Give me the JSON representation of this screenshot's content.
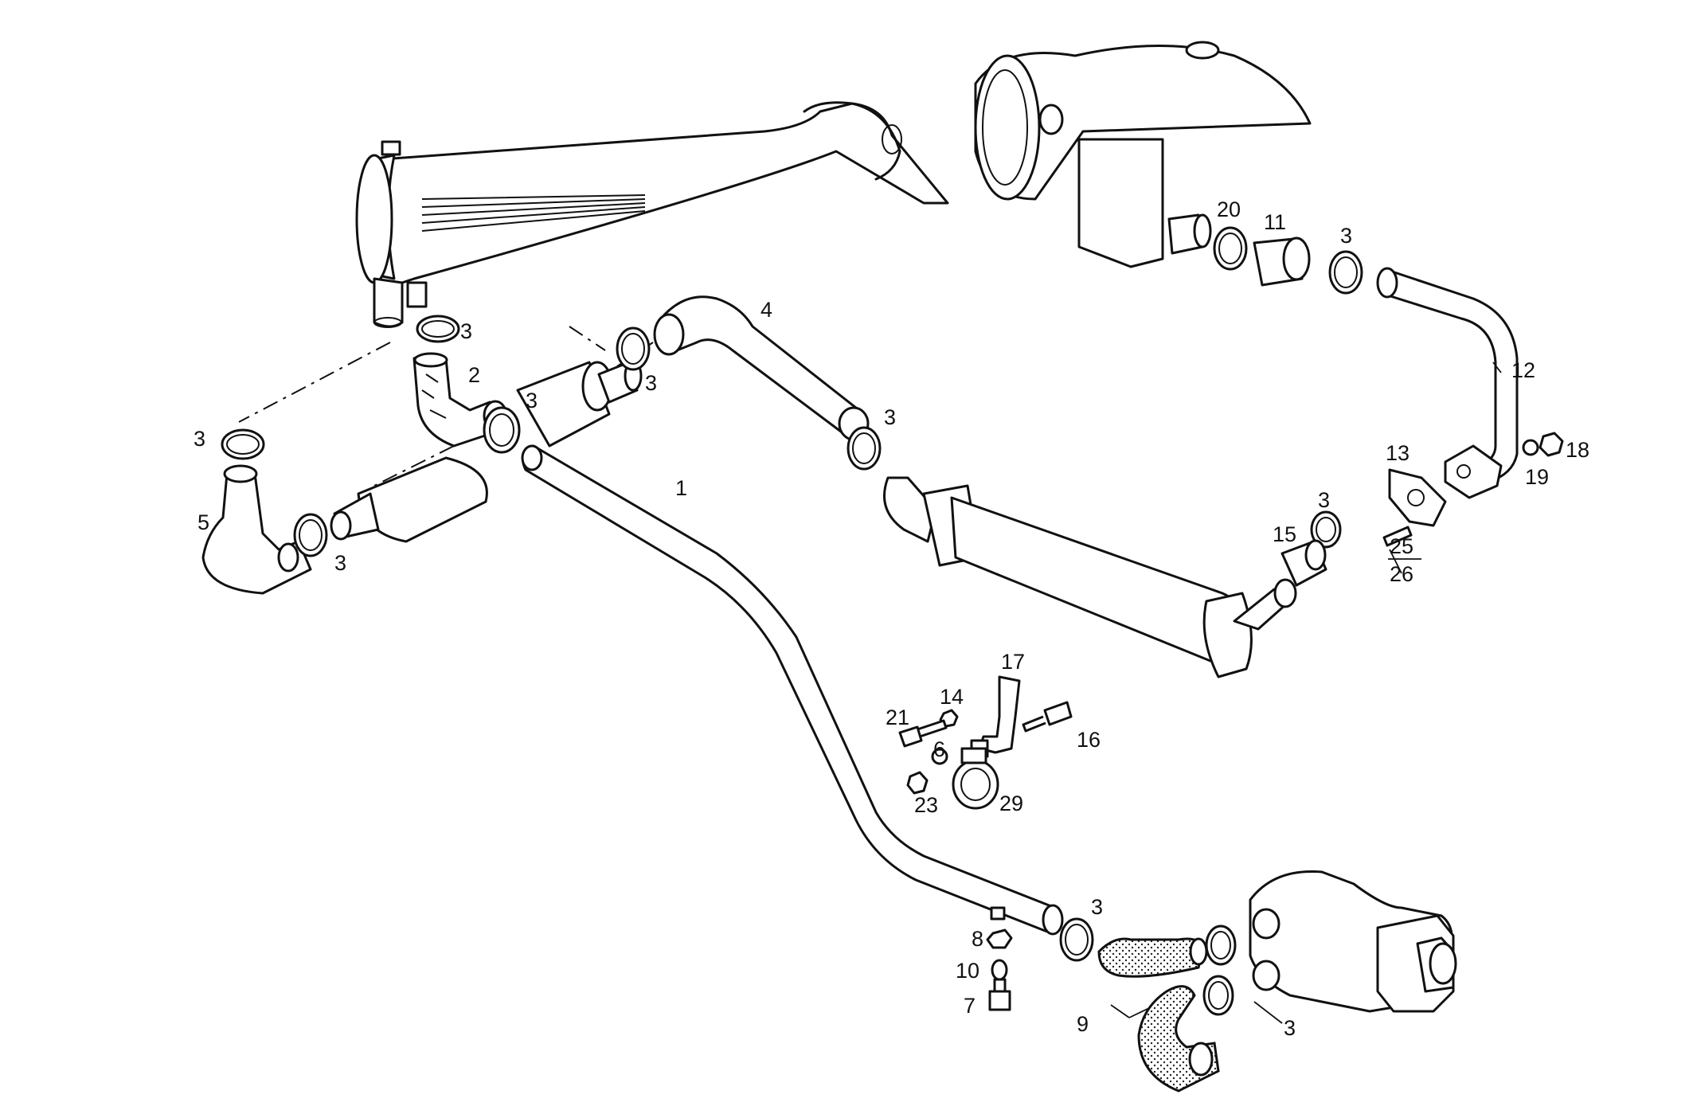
{
  "labels": {
    "p1": "1",
    "p2": "2",
    "p3a": "3",
    "p3b": "3",
    "p3c": "3",
    "p3d": "3",
    "p3e": "3",
    "p3f": "3",
    "p3g": "3",
    "p3h": "3",
    "p3i": "3",
    "p3j": "3",
    "p4": "4",
    "p5": "5",
    "p6": "6",
    "p7": "7",
    "p8": "8",
    "p9": "9",
    "p10": "10",
    "p11": "11",
    "p12": "12",
    "p13": "13",
    "p14": "14",
    "p15": "15",
    "p16": "16",
    "p17": "17",
    "p18": "18",
    "p19": "19",
    "p20": "20",
    "p21": "21",
    "p23": "23",
    "p25": "25",
    "p26": "26",
    "p29": "29"
  }
}
